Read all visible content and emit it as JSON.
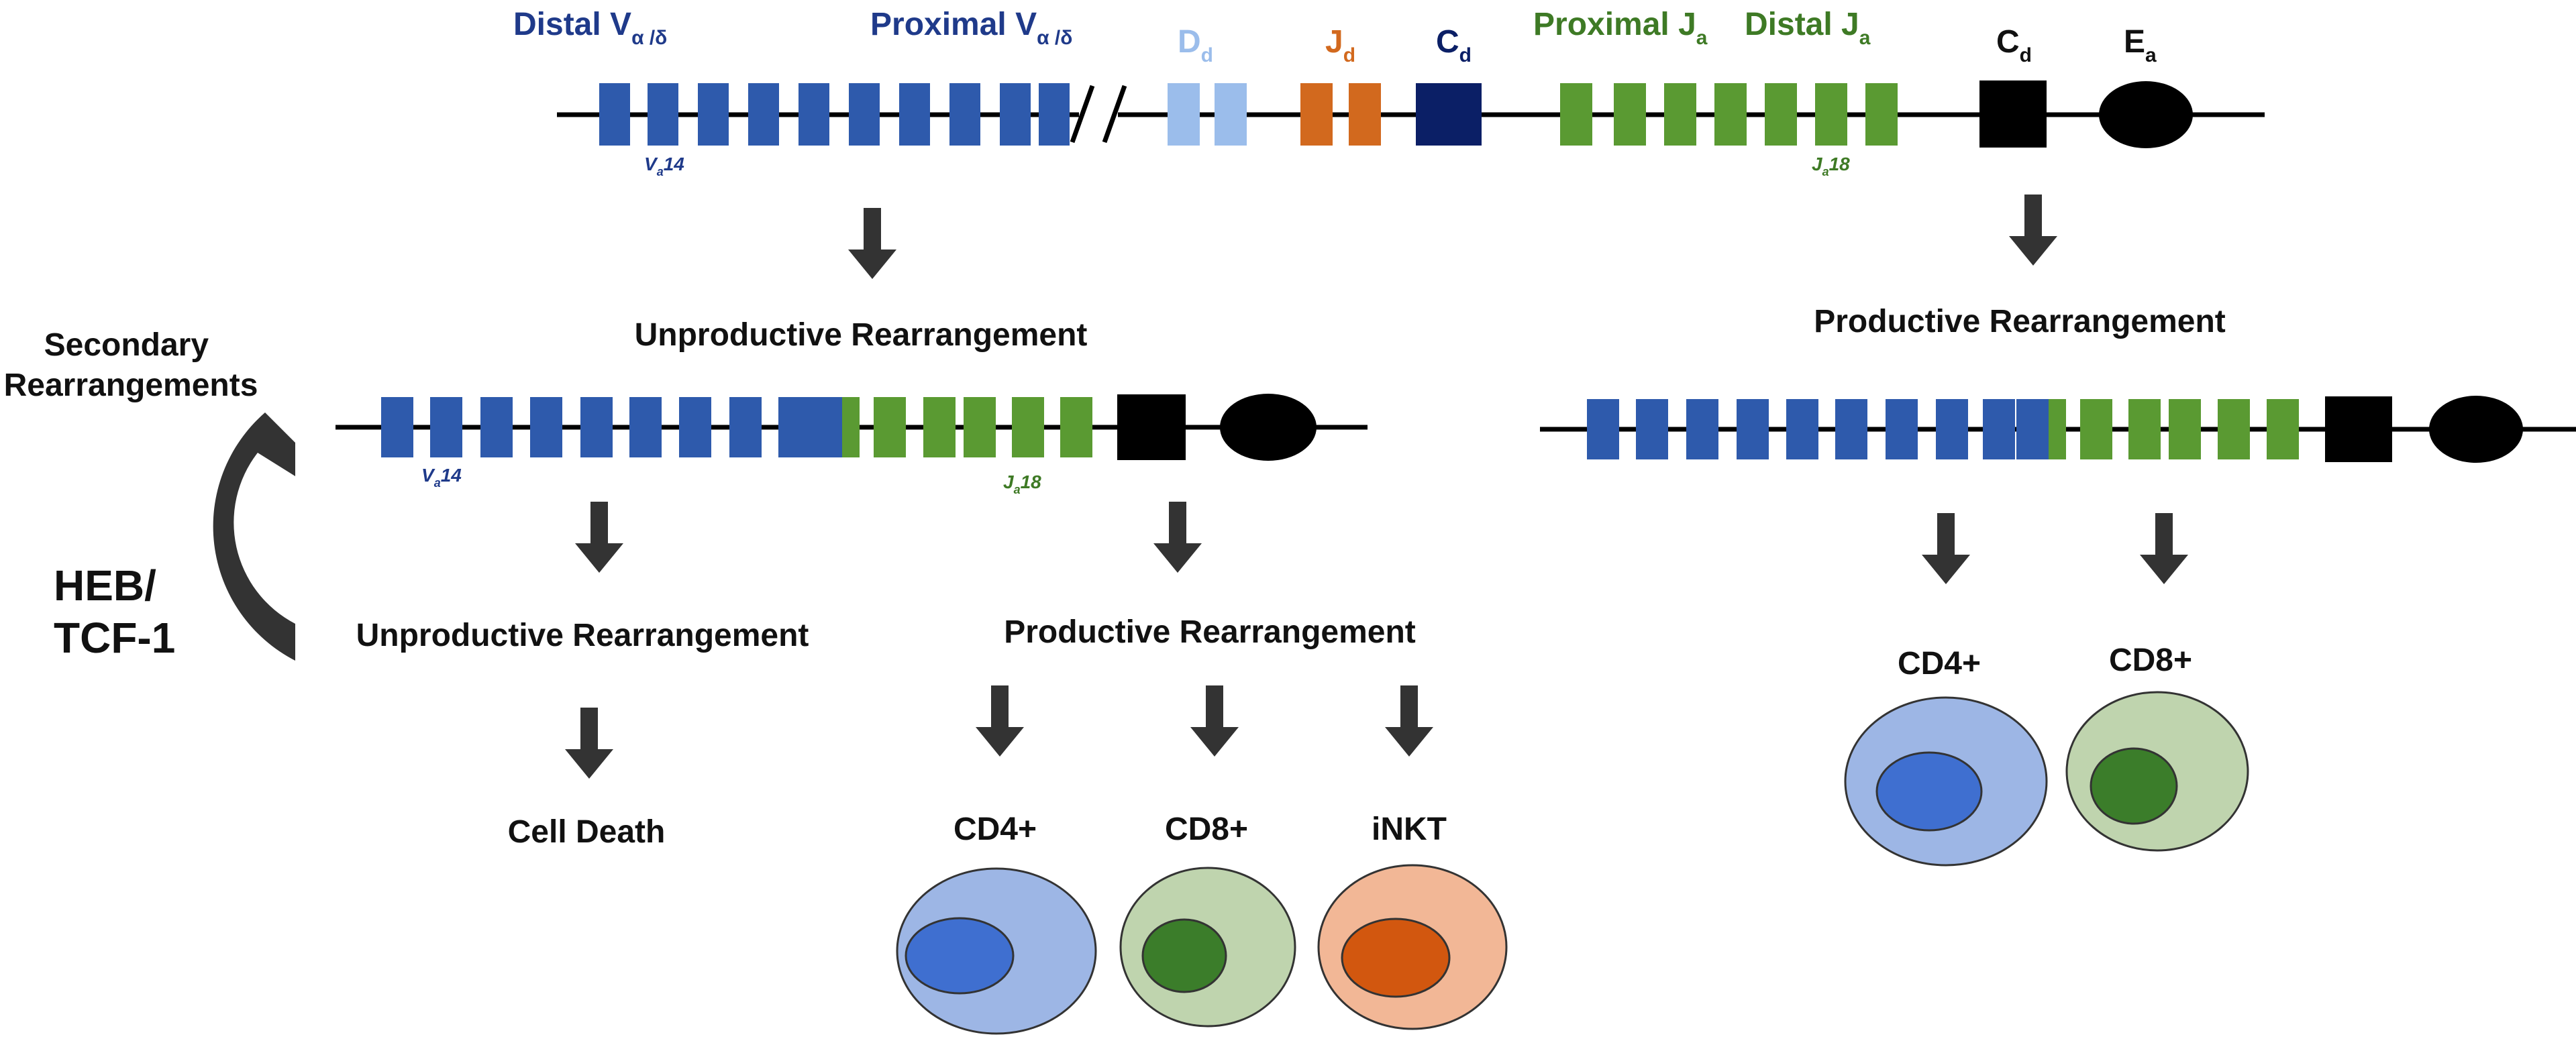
{
  "colors": {
    "v_blue": "#2E5AAC",
    "v_text": "#1F3A8A",
    "d_light": "#9BBDEB",
    "j_orange": "#D2691E",
    "c_navy": "#0B1F66",
    "j_green": "#5A9A32",
    "j_text": "#3E7A25",
    "black": "#000000",
    "arrow": "#333333",
    "cd4_outer": "#9DB6E5",
    "cd4_inner": "#3F6FD0",
    "cd8_outer": "#BFD4AE",
    "cd8_inner": "#3B7D2A",
    "inkt_outer": "#F2B796",
    "inkt_inner": "#D2570F"
  },
  "top_locus": {
    "distal_v_label": "Distal V",
    "distal_v_sub": "α /δ",
    "proximal_v_label": "Proximal V",
    "proximal_v_sub": "α /δ",
    "dd_label": "D",
    "dd_sub": "d",
    "jd_label": "J",
    "jd_sub": "d",
    "cd_label": "C",
    "cd_sub": "d",
    "proximal_j_label": "Proximal J",
    "proximal_j_sub": "a",
    "distal_j_label": "Distal J",
    "distal_j_sub": "a",
    "c2_label": "C",
    "c2_sub": "d",
    "ea_label": "E",
    "ea_sub": "a",
    "va14_label": "V",
    "va14_sub": "a",
    "va14_num": "14",
    "ja18_label": "J",
    "ja18_sub": "a",
    "ja18_num": "18"
  },
  "left_branch": {
    "unproductive_title": "Unproductive Rearrangement",
    "va14_label": "V",
    "va14_sub": "a",
    "va14_num": "14",
    "ja18_label": "J",
    "ja18_sub": "a",
    "ja18_num": "18",
    "secondary_label_line1": "Secondary",
    "secondary_label_line2": "Rearrangements",
    "heb_line1": "HEB/",
    "heb_line2": "TCF-1",
    "unproductive2_title": "Unproductive Rearrangement",
    "cell_death": "Cell Death",
    "productive_title": "Productive Rearrangement",
    "cd4": "CD4+",
    "cd8": "CD8+",
    "inkt": "iNKT"
  },
  "right_branch": {
    "productive_title": "Productive Rearrangement",
    "cd4": "CD4+",
    "cd8": "CD8+"
  }
}
